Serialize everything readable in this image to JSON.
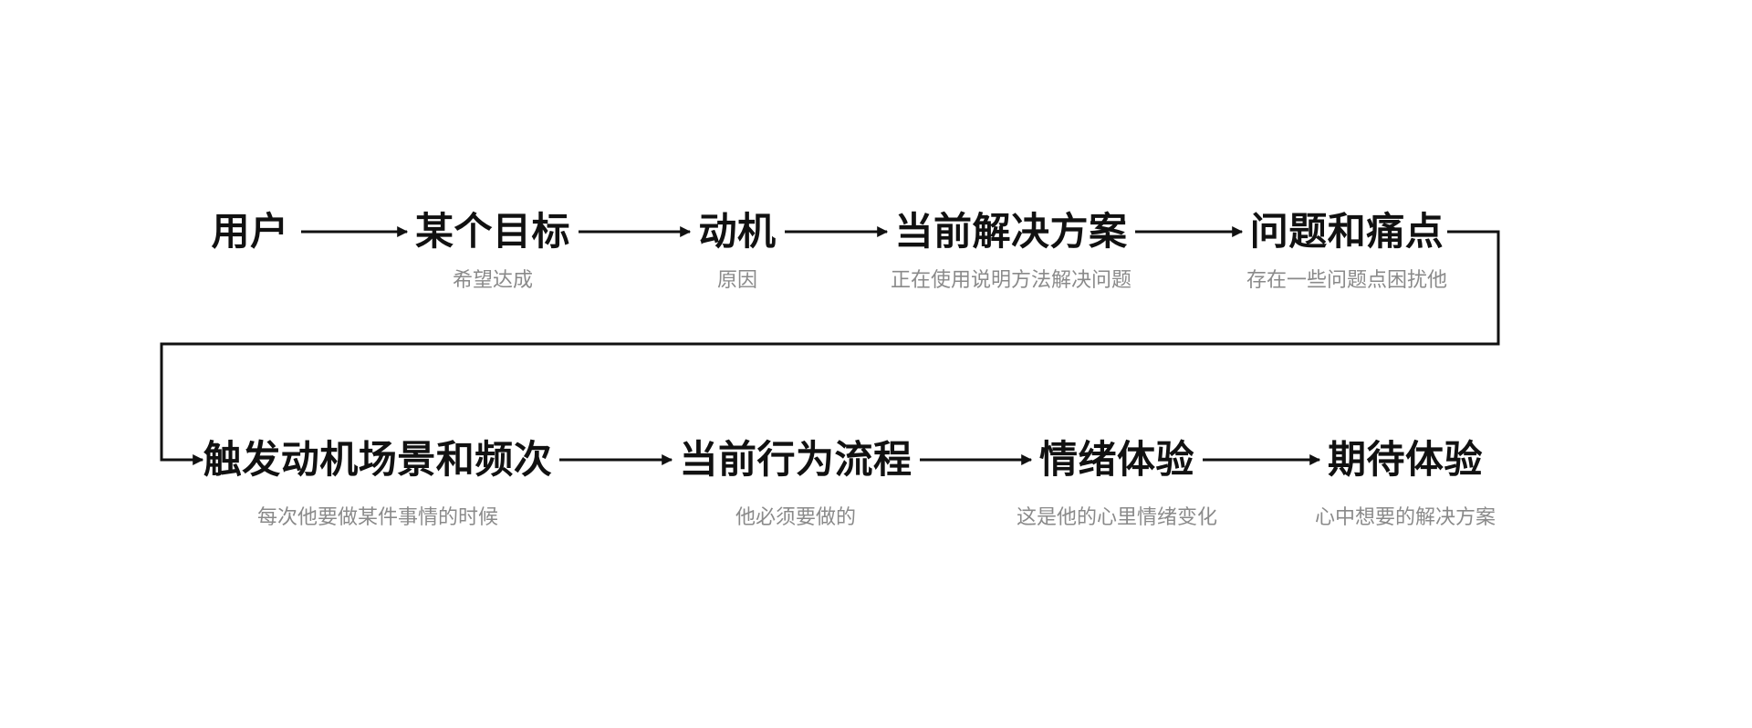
{
  "background": "#ffffff",
  "colors": {
    "title": "#111111",
    "subtitle": "#8a8a8a",
    "line": "#111111"
  },
  "diagram": {
    "type": "user-journey-flow",
    "row1": [
      {
        "title": "用户",
        "subtitle": ""
      },
      {
        "title": "某个目标",
        "subtitle": "希望达成"
      },
      {
        "title": "动机",
        "subtitle": "原因"
      },
      {
        "title": "当前解决方案",
        "subtitle": "正在使用说明方法解决问题"
      },
      {
        "title": "问题和痛点",
        "subtitle": "存在一些问题点困扰他"
      }
    ],
    "row2": [
      {
        "title": "触发动机场景和频次",
        "subtitle": "每次他要做某件事情的时候"
      },
      {
        "title": "当前行为流程",
        "subtitle": "他必须要做的"
      },
      {
        "title": "情绪体验",
        "subtitle": "这是他的心里情绪变化"
      },
      {
        "title": "期待体验",
        "subtitle": "心中想要的解决方案"
      }
    ]
  }
}
